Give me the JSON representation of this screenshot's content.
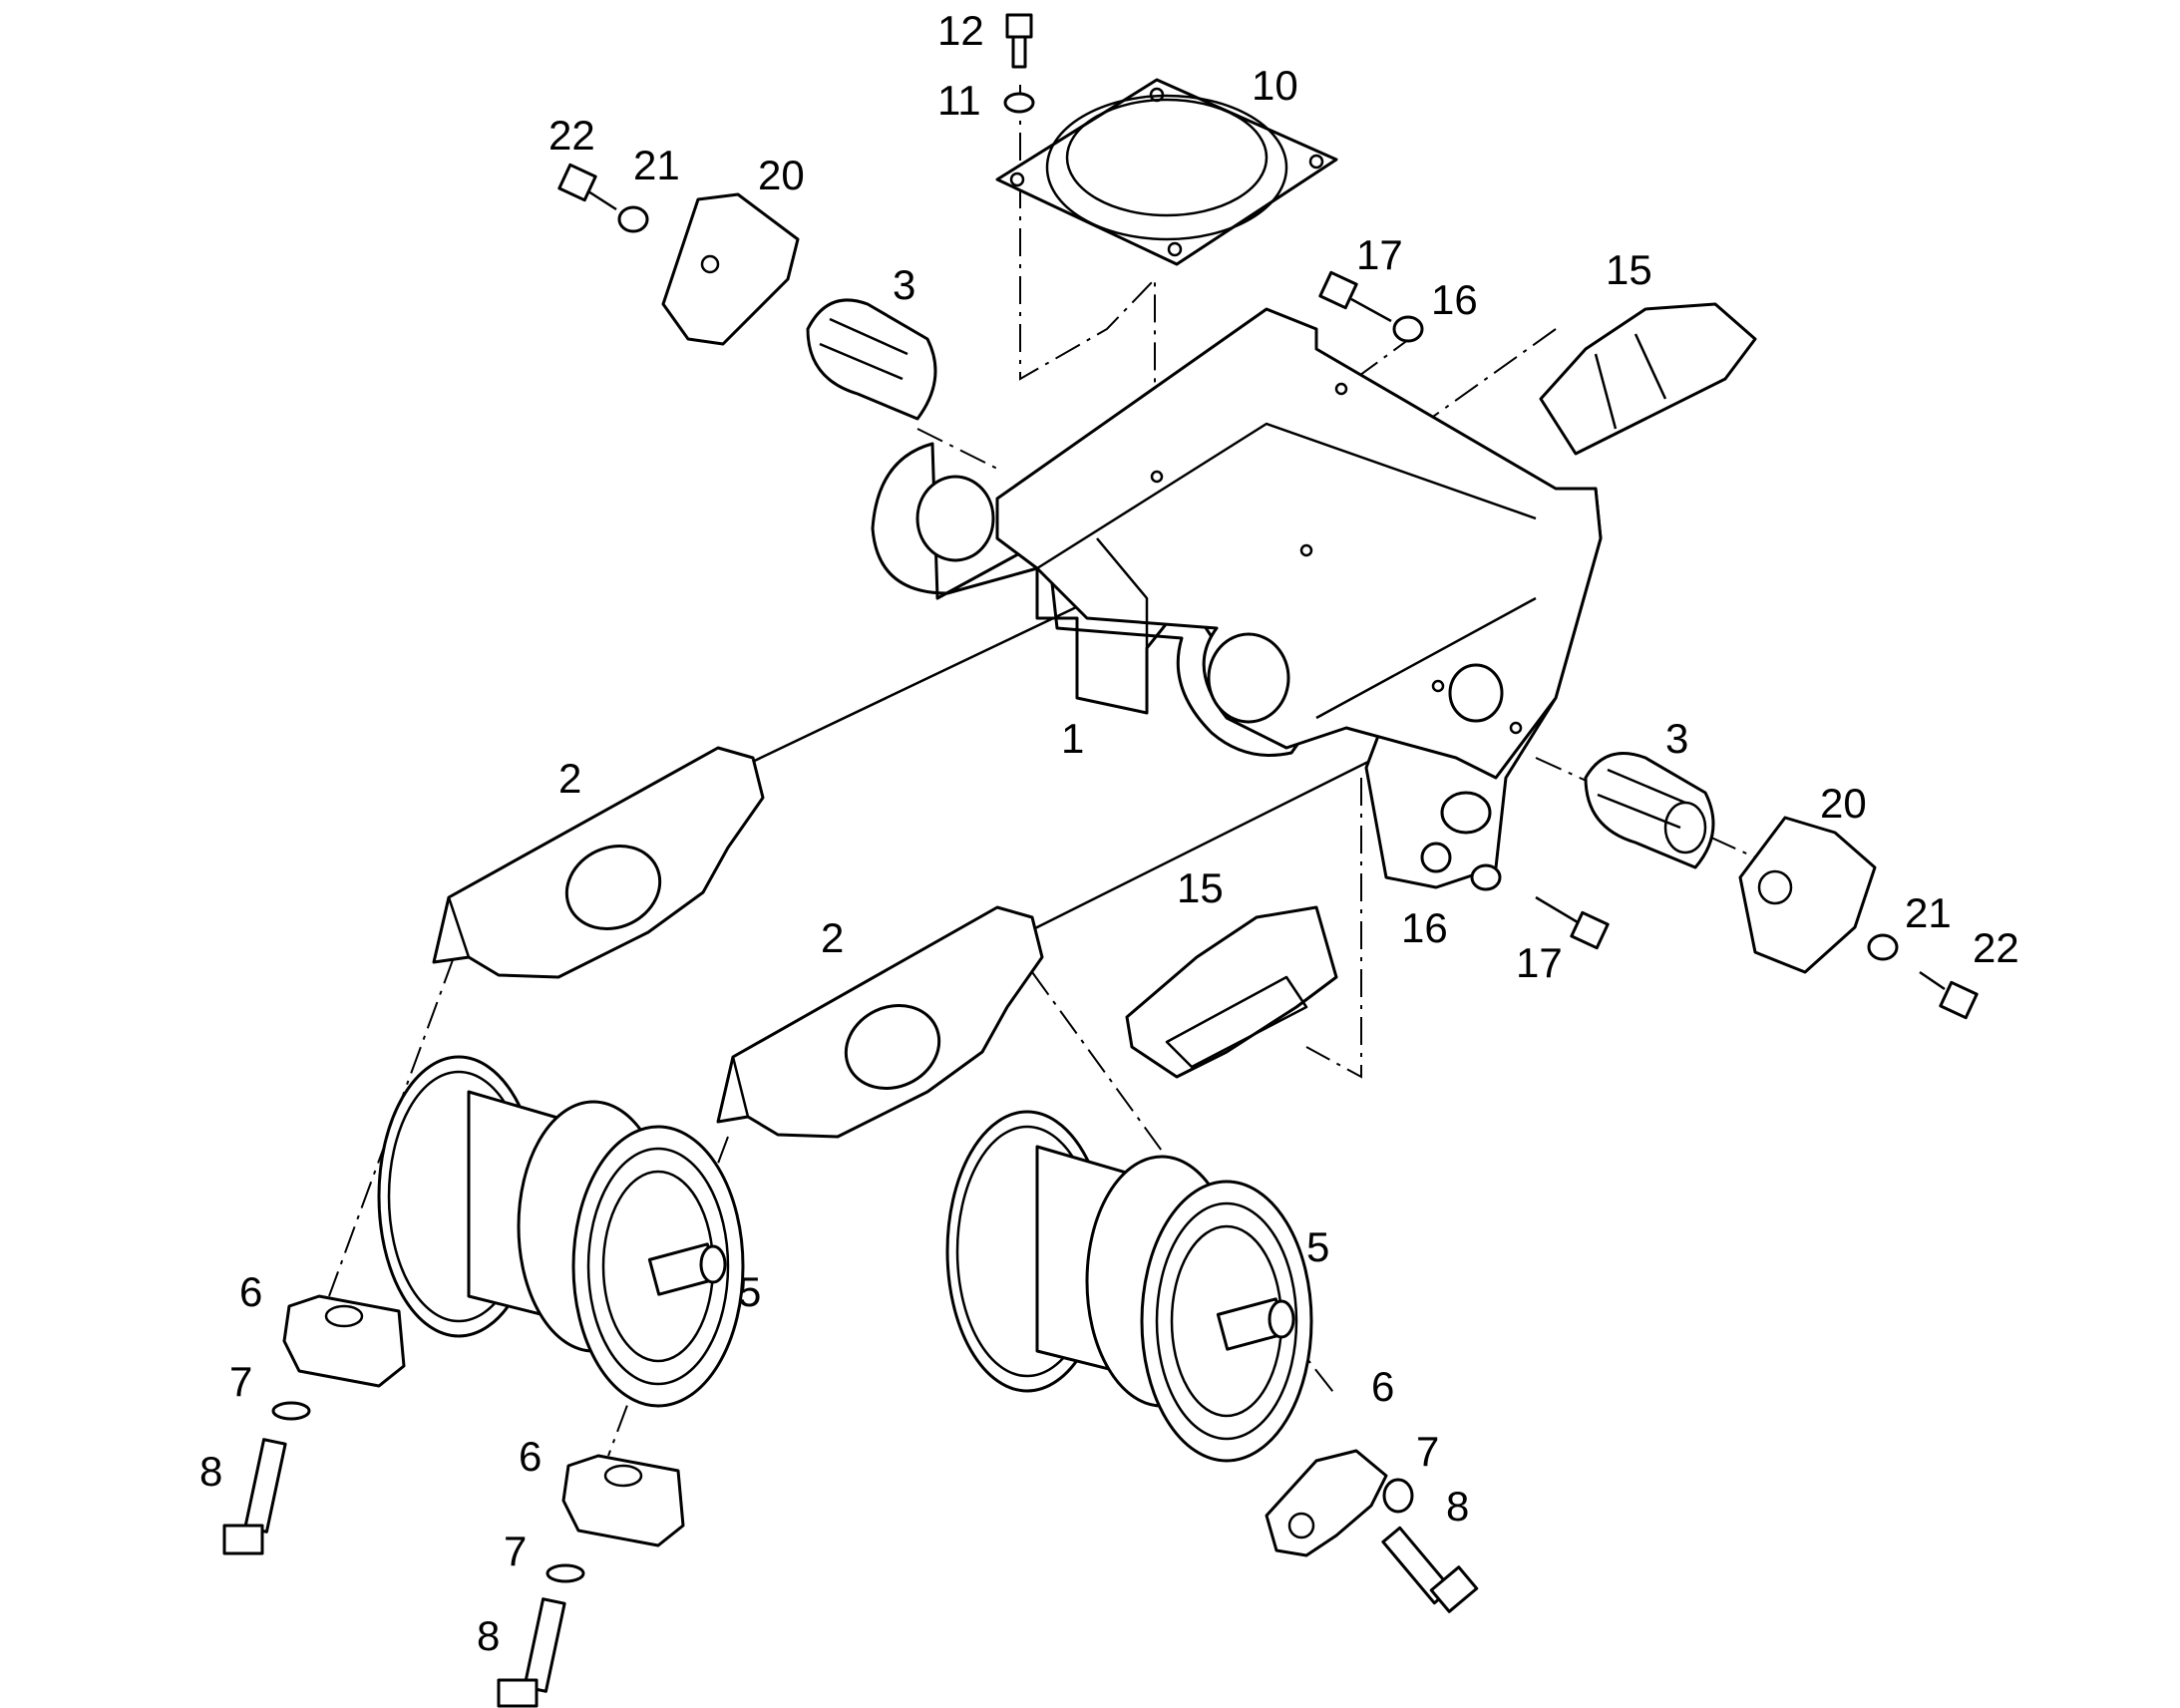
{
  "callouts": {
    "p1": "1",
    "p2a": "2",
    "p2b": "2",
    "p3a": "3",
    "p3b": "3",
    "p5a": "5",
    "p5b": "5",
    "p6a": "6",
    "p6b": "6",
    "p6c": "6",
    "p7a": "7",
    "p7b": "7",
    "p7c": "7",
    "p8a": "8",
    "p8b": "8",
    "p8c": "8",
    "p10": "10",
    "p11": "11",
    "p12": "12",
    "p15a": "15",
    "p15b": "15",
    "p16a": "16",
    "p16b": "16",
    "p17a": "17",
    "p17b": "17",
    "p20a": "20",
    "p20b": "20",
    "p21a": "21",
    "p21b": "21",
    "p22a": "22",
    "p22b": "22"
  },
  "colors": {
    "line": "#000000",
    "background": "#ffffff"
  }
}
